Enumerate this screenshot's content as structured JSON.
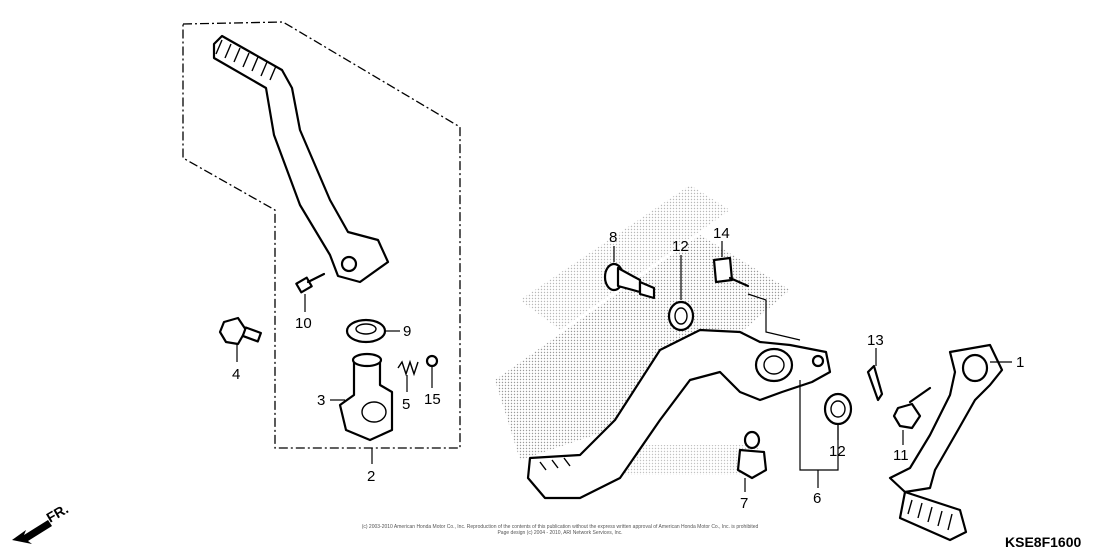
{
  "callouts": {
    "c1": "1",
    "c2": "2",
    "c3": "3",
    "c4": "4",
    "c5": "5",
    "c6": "6",
    "c7": "7",
    "c8": "8",
    "c9": "9",
    "c10": "10",
    "c11": "11",
    "c12a": "12",
    "c12b": "12",
    "c13": "13",
    "c14": "14",
    "c15": "15"
  },
  "diagram_code": "KSE8F1600",
  "direction_label": "FR.",
  "copyright": {
    "line1": "(c) 2003-2010 American Honda Motor Co., Inc. Reproduction of the contents of this publication without the express written approval of American Honda Motor Co., Inc. is prohibited",
    "line2": "Page design (c) 2004 - 2010, ARI Network Services, Inc."
  },
  "colors": {
    "line": "#000000",
    "watermark_dots": "#9a9a9a"
  }
}
